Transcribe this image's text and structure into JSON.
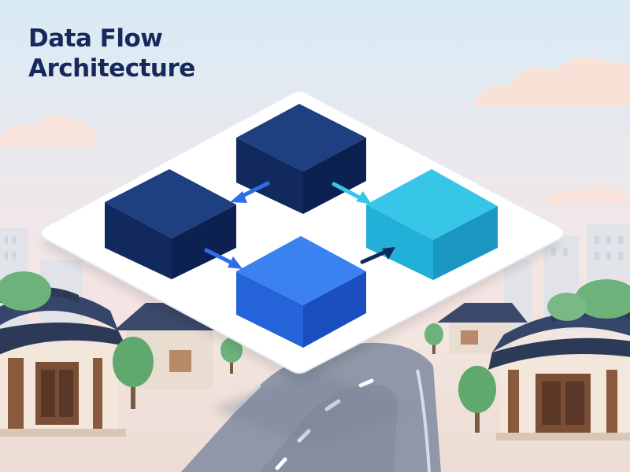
{
  "diagram": {
    "title_lines": [
      "Data Flow",
      "Architecture"
    ],
    "nodes": [
      {
        "id": "top",
        "label": ""
      },
      {
        "id": "left",
        "label": ""
      },
      {
        "id": "right",
        "label": ""
      },
      {
        "id": "bottom",
        "label": ""
      }
    ],
    "edges": [
      {
        "from": "top",
        "to": "left"
      },
      {
        "from": "top",
        "to": "right"
      },
      {
        "from": "left",
        "to": "bottom"
      },
      {
        "from": "bottom",
        "to": "right"
      }
    ]
  },
  "colors": {
    "title": "#17285a",
    "sky_top": "#d9ebf6",
    "sky_bottom": "#f6dcd8",
    "block_navy_top": "#1e3f80",
    "block_navy_front": "#12295e",
    "block_navy_side": "#0d2150",
    "block_blue_top": "#3b82f0",
    "block_blue_front": "#2563d8",
    "block_blue_side": "#1b4fbf",
    "block_cyan_top": "#38c6e8",
    "block_cyan_front": "#22b0d8",
    "block_cyan_side": "#1a97c2",
    "platform": "#ffffff",
    "road": "#8f97a8",
    "tree": "#5fa86e",
    "roof": "#2c3a57"
  },
  "icons": {
    "platform": "isometric-diamond-platform",
    "block": "isometric-cube",
    "arrow": "flow-arrow",
    "house": "hanok-house-icon",
    "tree": "tree-icon",
    "cloud": "cloud-icon"
  }
}
